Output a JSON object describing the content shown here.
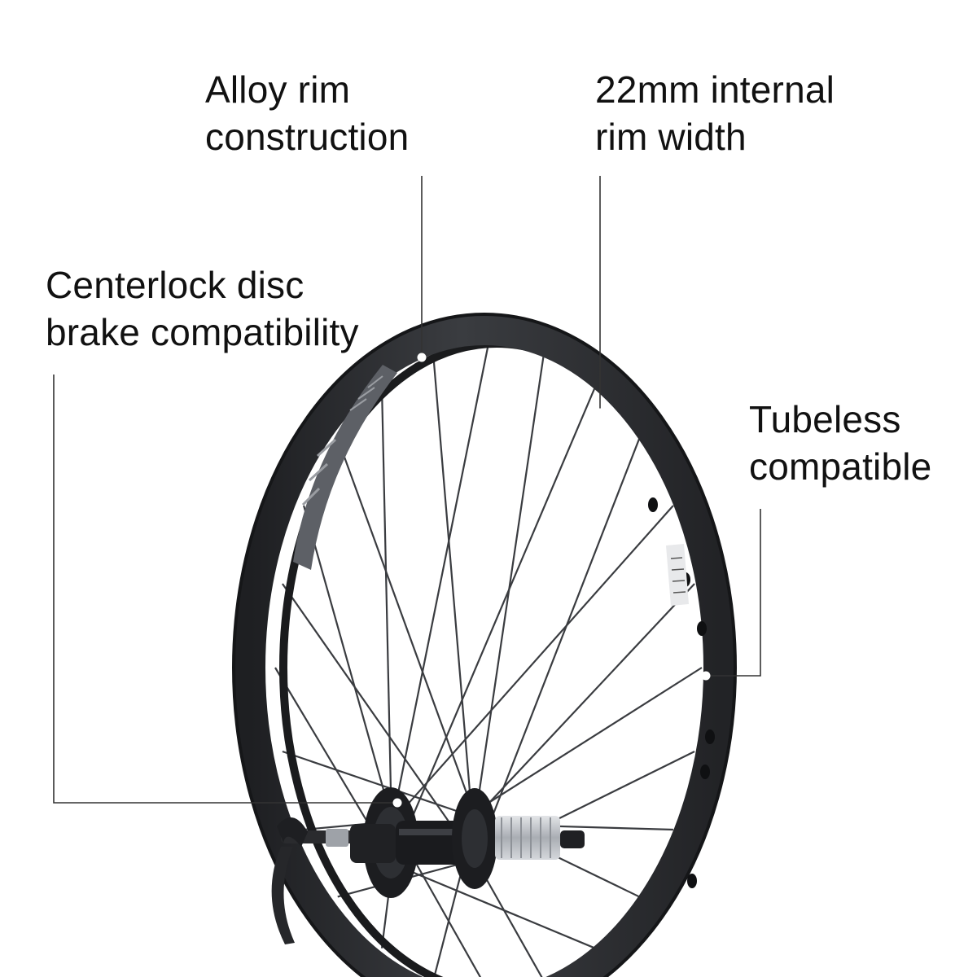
{
  "annotations": {
    "alloy_rim": {
      "line1": "Alloy rim",
      "line2": "construction"
    },
    "rim_width": {
      "line1": "22mm internal",
      "line2": "rim width"
    },
    "centerlock": {
      "line1": "Centerlock disc",
      "line2": "brake compatibility"
    },
    "tubeless": {
      "line1": "Tubeless",
      "line2": "compatible"
    }
  },
  "colors": {
    "background": "#ffffff",
    "text": "#111111",
    "rim": "#2b2d30",
    "rim_edge": "#1a1b1d",
    "spoke": "#3a3c40",
    "hub": "#1c1d20",
    "cassette_body": "#b9bcc1",
    "decal": "#8a8d92",
    "leader_line": "#333333"
  }
}
